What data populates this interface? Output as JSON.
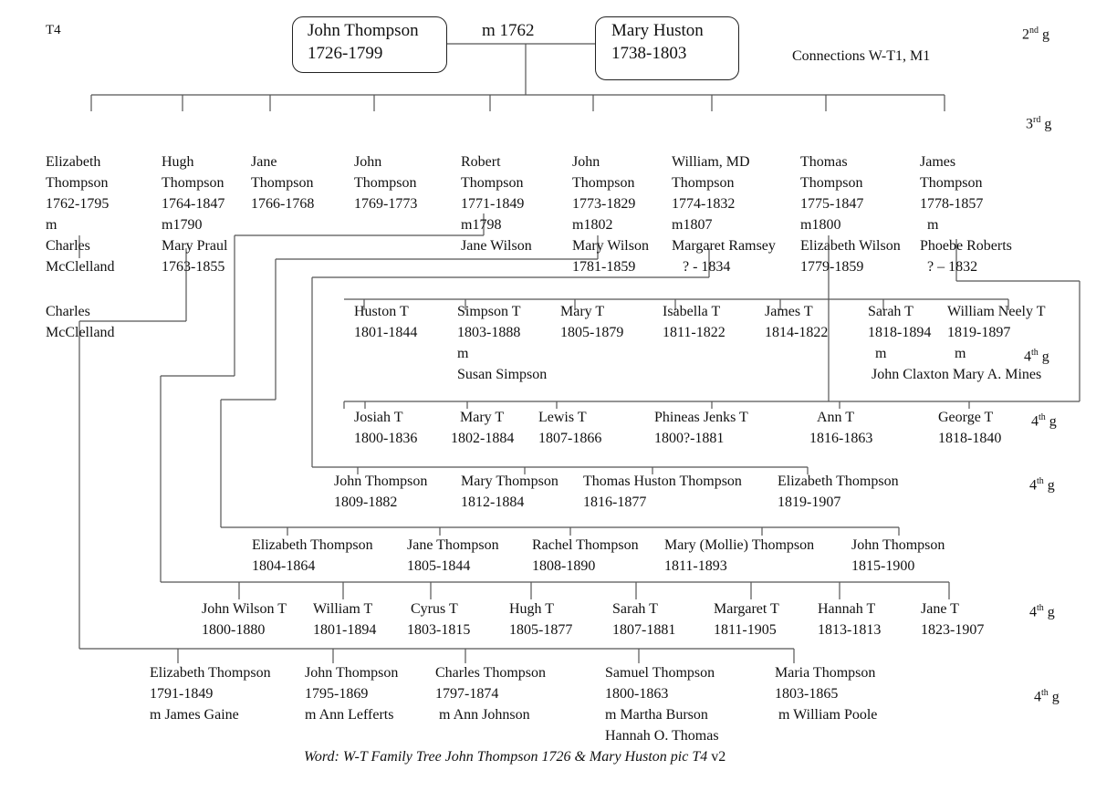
{
  "page_label": "T4",
  "connections": "Connections W-T1, M1",
  "footer": {
    "italic": "Word: W-T Family Tree John Thompson 1726 & Mary Huston pic T4",
    "plain": " v2"
  },
  "generations": {
    "g2": {
      "num": "2",
      "sup": "nd",
      "g": "g"
    },
    "g3": {
      "num": "3",
      "sup": "rd",
      "g": "g"
    },
    "g4": {
      "num": "4",
      "sup": "th",
      "g": "g"
    }
  },
  "root": {
    "husband": {
      "name": "John Thompson",
      "dates": "1726-1799"
    },
    "marriage": "m 1762",
    "wife": {
      "name": "Mary Huston",
      "dates": "1738-1803"
    }
  },
  "children": [
    {
      "lines": [
        "Elizabeth",
        "Thompson",
        "1762-1795",
        "m",
        "Charles",
        "McClelland"
      ]
    },
    {
      "lines": [
        "Hugh",
        "Thompson",
        "1764-1847",
        "m1790",
        "Mary Praul",
        "1763-1855"
      ]
    },
    {
      "lines": [
        "Jane",
        "Thompson",
        "1766-1768"
      ]
    },
    {
      "lines": [
        "John",
        "Thompson",
        "1769-1773"
      ]
    },
    {
      "lines": [
        "Robert",
        "Thompson",
        "1771-1849",
        "m1798",
        "Jane Wilson"
      ]
    },
    {
      "lines": [
        "John",
        "Thompson",
        "1773-1829",
        "m1802",
        "Mary Wilson",
        "1781-1859"
      ]
    },
    {
      "lines": [
        "William, MD",
        "Thompson",
        "1774-1832",
        "m1807",
        "Margaret Ramsey",
        "   ? - 1834"
      ]
    },
    {
      "lines": [
        "Thomas",
        "Thompson",
        "1775-1847",
        "m1800",
        "Elizabeth Wilson",
        "1779-1859"
      ]
    },
    {
      "lines": [
        "James",
        "Thompson",
        "1778-1857",
        "  m",
        "Phoebe Roberts",
        "  ? – 1832"
      ]
    }
  ],
  "mcclelland_child": {
    "lines": [
      "Charles",
      "McClelland"
    ]
  },
  "row_james": [
    {
      "name": "Huston T",
      "dates": "1801-1844"
    },
    {
      "name": "Simpson T",
      "dates": "1803-1888",
      "extra": [
        "m",
        "Susan Simpson"
      ]
    },
    {
      "name": "Mary T",
      "dates": "1805-1879"
    },
    {
      "name": "Isabella T",
      "dates": "1811-1822"
    },
    {
      "name": "James T",
      "dates": "1814-1822"
    },
    {
      "name": "Sarah T",
      "dates": "1818-1894",
      "extra": [
        "  m"
      ]
    },
    {
      "name": "William Neely T",
      "dates": "1819-1897",
      "extra": [
        "  m"
      ]
    }
  ],
  "row_james_spouses": "John Claxton Mary A. Mines",
  "row_thomas": [
    {
      "name": "Josiah T",
      "dates": "1800-1836"
    },
    {
      "name": "Mary T",
      "dates": "1802-1884"
    },
    {
      "name": "Lewis T",
      "dates": "1807-1866"
    },
    {
      "name": "Phineas Jenks T",
      "dates": "1800?-1881"
    },
    {
      "name": "Ann T",
      "dates": "1816-1863"
    },
    {
      "name": "George T",
      "dates": "1818-1840"
    }
  ],
  "row_william": [
    {
      "name": "John Thompson",
      "dates": "1809-1882"
    },
    {
      "name": "Mary Thompson",
      "dates": "1812-1884"
    },
    {
      "name": "Thomas Huston Thompson",
      "dates": "1816-1877"
    },
    {
      "name": "Elizabeth Thompson",
      "dates": "1819-1907"
    }
  ],
  "row_john": [
    {
      "name": "Elizabeth Thompson",
      "dates": "1804-1864"
    },
    {
      "name": "Jane Thompson",
      "dates": "1805-1844"
    },
    {
      "name": "Rachel Thompson",
      "dates": "1808-1890"
    },
    {
      "name": "Mary (Mollie) Thompson",
      "dates": "1811-1893"
    },
    {
      "name": "John Thompson",
      "dates": "1815-1900"
    }
  ],
  "row_robert": [
    {
      "name": "John Wilson T",
      "dates": "1800-1880"
    },
    {
      "name": "William T",
      "dates": "1801-1894"
    },
    {
      "name": "Cyrus T",
      "dates": "1803-1815"
    },
    {
      "name": "Hugh T",
      "dates": "1805-1877"
    },
    {
      "name": "Sarah T",
      "dates": "1807-1881"
    },
    {
      "name": "Margaret T",
      "dates": "1811-1905"
    },
    {
      "name": "Hannah T",
      "dates": "1813-1813"
    },
    {
      "name": "Jane T",
      "dates": "1823-1907"
    }
  ],
  "row_hugh": [
    {
      "name": "Elizabeth Thompson",
      "dates": "1791-1849",
      "extra": [
        "m James Gaine"
      ]
    },
    {
      "name": "John Thompson",
      "dates": "1795-1869",
      "extra": [
        "m Ann Lefferts"
      ]
    },
    {
      "name": "Charles Thompson",
      "dates": "1797-1874",
      "extra": [
        " m Ann Johnson"
      ]
    },
    {
      "name": "Samuel Thompson",
      "dates": "1800-1863",
      "extra": [
        "m Martha Burson",
        "Hannah O. Thomas"
      ]
    },
    {
      "name": "Maria Thompson",
      "dates": "1803-1865",
      "extra": [
        " m William Poole"
      ]
    }
  ]
}
